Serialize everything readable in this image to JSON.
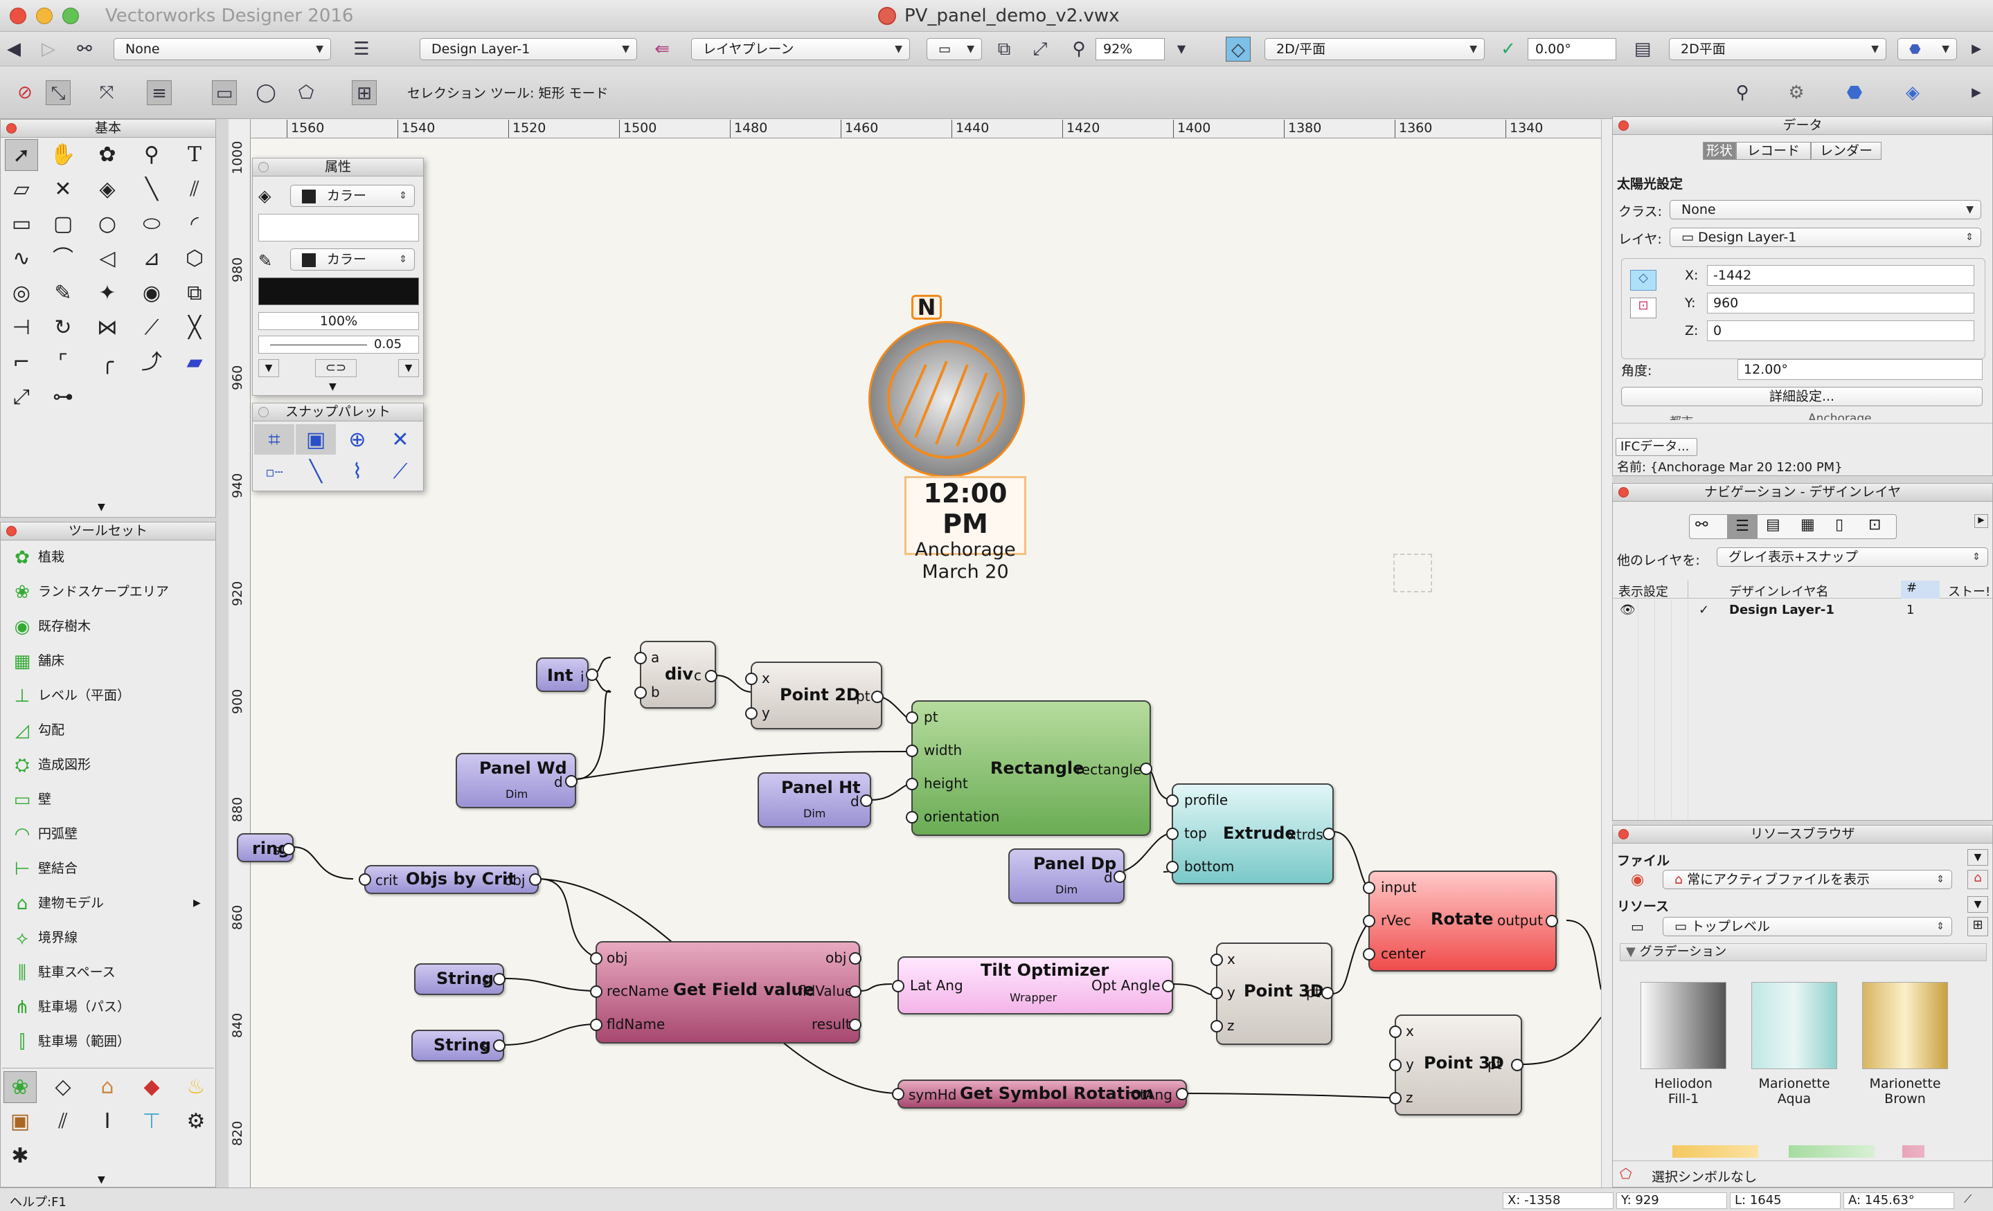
{
  "window": {
    "app_name": "Vectorworks Designer 2016",
    "document_title": "PV_panel_demo_v2.vwx"
  },
  "toolbar1": {
    "class_value": "None",
    "layer_value": "Design Layer-1",
    "plane_value": "レイヤプレーン",
    "zoom_value": "92%",
    "view_value": "2D/平面",
    "angle_value": "0.00°",
    "render_value": "2D平面"
  },
  "toolbar2": {
    "mode_text": "セレクション ツール: 矩形 モード"
  },
  "basic_palette": {
    "title": "基本"
  },
  "toolsets": {
    "title": "ツールセット",
    "items": [
      {
        "label": "植栽",
        "icon": "plant-icon"
      },
      {
        "label": "ランドスケープエリア",
        "icon": "landscape-area-icon"
      },
      {
        "label": "既存樹木",
        "icon": "existing-tree-icon"
      },
      {
        "label": "舗床",
        "icon": "paving-icon"
      },
      {
        "label": "レベル（平面）",
        "icon": "level-icon"
      },
      {
        "label": "勾配",
        "icon": "slope-icon"
      },
      {
        "label": "造成図形",
        "icon": "grading-icon"
      },
      {
        "label": "壁",
        "icon": "wall-icon"
      },
      {
        "label": "円弧壁",
        "icon": "round-wall-icon"
      },
      {
        "label": "壁結合",
        "icon": "wall-join-icon"
      },
      {
        "label": "建物モデル",
        "icon": "building-model-icon"
      },
      {
        "label": "境界線",
        "icon": "boundary-icon"
      },
      {
        "label": "駐車スペース",
        "icon": "parking-space-icon"
      },
      {
        "label": "駐車場（パス）",
        "icon": "parking-path-icon"
      },
      {
        "label": "駐車場（範囲）",
        "icon": "parking-area-icon"
      }
    ]
  },
  "attributes": {
    "title": "属性",
    "fill_label": "カラー",
    "pen_label": "カラー",
    "opacity": "100%",
    "line_weight": "0.05"
  },
  "snap_palette": {
    "title": "スナップパレット"
  },
  "ruler": {
    "top": [
      "1560",
      "1540",
      "1520",
      "1500",
      "1480",
      "1460",
      "1440",
      "1420",
      "1400",
      "1380",
      "1360",
      "1340"
    ],
    "left": [
      "1000",
      "980",
      "960",
      "940",
      "920",
      "900",
      "880",
      "860",
      "840",
      "820"
    ]
  },
  "heliodon": {
    "north": "N",
    "time": "12:00 PM",
    "city": "Anchorage",
    "date": "March 20"
  },
  "nodes": {
    "int": {
      "title": "Int",
      "out": "i"
    },
    "div": {
      "title": "div",
      "in_a": "a",
      "in_b": "b",
      "out": "c"
    },
    "point2d": {
      "title": "Point 2D",
      "in_x": "x",
      "in_y": "y",
      "out": "pt"
    },
    "panel_wd": {
      "title": "Panel Wd",
      "sub": "Dim",
      "out": "d"
    },
    "panel_ht": {
      "title": "Panel Ht",
      "sub": "Dim",
      "out": "d"
    },
    "panel_dp": {
      "title": "Panel Dp",
      "sub": "Dim",
      "out": "d"
    },
    "rectangle": {
      "title": "Rectangle",
      "in_pt": "pt",
      "in_width": "width",
      "in_height": "height",
      "in_orientation": "orientation",
      "out": "rectangle"
    },
    "extrude": {
      "title": "Extrude",
      "in_profile": "profile",
      "in_top": "top",
      "in_bottom": "bottom",
      "out": "xtrds"
    },
    "string_top": {
      "title": "ring",
      "out": "s"
    },
    "crit_objs": {
      "title": "Objs by Crit",
      "in": "crit",
      "out": "obj"
    },
    "string1": {
      "title": "String",
      "out": "s"
    },
    "string2": {
      "title": "String",
      "out": "s"
    },
    "get_field": {
      "title": "Get Field value",
      "in_obj": "obj",
      "in_rec": "recName",
      "in_fld": "fldName",
      "out_obj": "obj",
      "out_val": "fldValue",
      "out_res": "result"
    },
    "tilt": {
      "title": "Tilt Optimizer",
      "sub": "Wrapper",
      "in": "Lat Ang",
      "out": "Opt Angle"
    },
    "point3d_a": {
      "title": "Point 3D",
      "in_x": "x",
      "in_y": "y",
      "in_z": "z",
      "out": "pt"
    },
    "point3d_b": {
      "title": "Point 3D",
      "in_x": "x",
      "in_y": "y",
      "in_z": "z",
      "out": "pt"
    },
    "rotate": {
      "title": "Rotate",
      "in_input": "input",
      "in_rvec": "rVec",
      "in_center": "center",
      "out": "output"
    },
    "symrot": {
      "title": "Get Symbol Rotation",
      "in": "symHd",
      "out": "rotAng"
    }
  },
  "data_panel": {
    "title": "データ",
    "tabs": [
      "形状",
      "レコード",
      "レンダー"
    ],
    "object_type": "太陽光設定",
    "class_label": "クラス:",
    "class_value": "None",
    "layer_label": "レイヤ:",
    "layer_value": "Design Layer-1",
    "x_label": "X:",
    "x_value": "-1442",
    "y_label": "Y:",
    "y_value": "960",
    "z_label": "Z:",
    "z_value": "0",
    "angle_label": "角度:",
    "angle_value": "12.00°",
    "detail_button": "詳細設定...",
    "partial_label": "都市",
    "partial_value": "Anchorage",
    "ifc_button": "IFCデータ...",
    "name_text": "名前: {Anchorage Mar 20 12:00 PM}"
  },
  "navigation_panel": {
    "title": "ナビゲーション - デザインレイヤ",
    "other_layers_label": "他のレイヤを:",
    "other_layers_value": "グレイ表示+スナップ",
    "col_visibility": "表示設定",
    "col_name": "デザインレイヤ名",
    "col_num": "#",
    "col_story": "ストー!",
    "rows": [
      {
        "check": "✓",
        "name": "Design Layer-1",
        "num": "1"
      }
    ]
  },
  "resource_panel": {
    "title": "リソースブラウザ",
    "file_label": "ファイル",
    "file_value": "常にアクティブファイルを表示",
    "resource_label": "リソース",
    "resource_value": "トップレベル",
    "category": "グラデーション",
    "items": [
      {
        "name": "Heliodon\nFill-1",
        "line1": "Heliodon",
        "line2": "Fill-1",
        "color": "#555555"
      },
      {
        "name": "Marionette Aqua",
        "line1": "Marionette",
        "line2": "Aqua",
        "color": "#8fd0cc"
      },
      {
        "name": "Marionette Brown",
        "line1": "Marionette",
        "line2": "Brown",
        "color": "#c9a040"
      }
    ],
    "no_symbol": "選択シンボルなし"
  },
  "status": {
    "help": "ヘルプ:F1",
    "x": "X: -1358",
    "y": "Y: 929",
    "l": "L: 1645",
    "a": "A: 145.63°"
  },
  "colors": {
    "accent_orange": "#f08a1e",
    "close_red": "#ec5040"
  }
}
